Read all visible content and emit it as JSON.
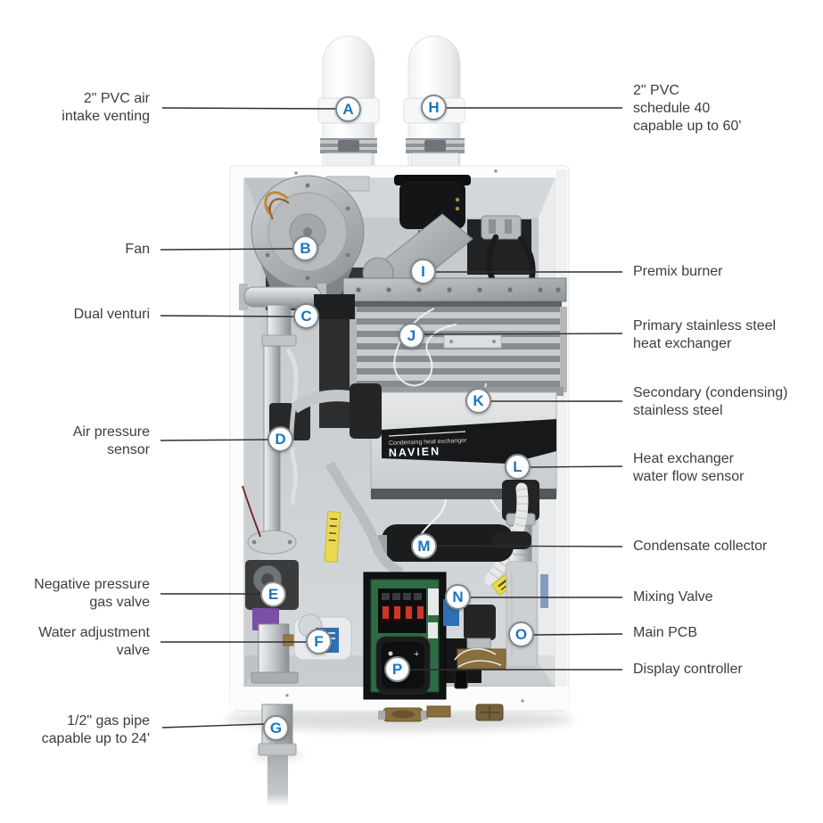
{
  "callouts": [
    {
      "letter": "A",
      "side": "left",
      "label_lines": [
        "2\" PVC air",
        "intake venting"
      ]
    },
    {
      "letter": "B",
      "side": "left",
      "label_lines": [
        "Fan"
      ]
    },
    {
      "letter": "C",
      "side": "left",
      "label_lines": [
        "Dual venturi"
      ]
    },
    {
      "letter": "D",
      "side": "left",
      "label_lines": [
        "Air pressure",
        "sensor"
      ]
    },
    {
      "letter": "E",
      "side": "left",
      "label_lines": [
        "Negative pressure",
        "gas valve"
      ]
    },
    {
      "letter": "F",
      "side": "left",
      "label_lines": [
        "Water adjustment",
        "valve"
      ]
    },
    {
      "letter": "G",
      "side": "left",
      "label_lines": [
        "1/2\" gas pipe",
        "capable up to 24'"
      ]
    },
    {
      "letter": "H",
      "side": "right",
      "label_lines": [
        "2\" PVC",
        "schedule 40",
        "capable up to 60'"
      ]
    },
    {
      "letter": "I",
      "side": "right",
      "label_lines": [
        "Premix burner"
      ]
    },
    {
      "letter": "J",
      "side": "right",
      "label_lines": [
        "Primary stainless steel",
        "heat exchanger"
      ]
    },
    {
      "letter": "K",
      "side": "right",
      "label_lines": [
        "Secondary (condensing)",
        "stainless steel"
      ]
    },
    {
      "letter": "L",
      "side": "right",
      "label_lines": [
        "Heat exchanger",
        "water flow sensor"
      ]
    },
    {
      "letter": "M",
      "side": "right",
      "label_lines": [
        "Condensate collector"
      ]
    },
    {
      "letter": "N",
      "side": "right",
      "label_lines": [
        "Mixing Valve"
      ]
    },
    {
      "letter": "O",
      "side": "right",
      "label_lines": [
        "Main PCB"
      ]
    },
    {
      "letter": "P",
      "side": "right",
      "label_lines": [
        "Display controller"
      ]
    }
  ],
  "unit": {
    "caption": "Condensing heat exchanger",
    "brand": "NAVIEN"
  },
  "colors": {
    "callout_letter": "#1b76c0",
    "label_text": "#3d3d3d",
    "leader_line": "#2f2f2f",
    "brand_band": "#17181a"
  }
}
